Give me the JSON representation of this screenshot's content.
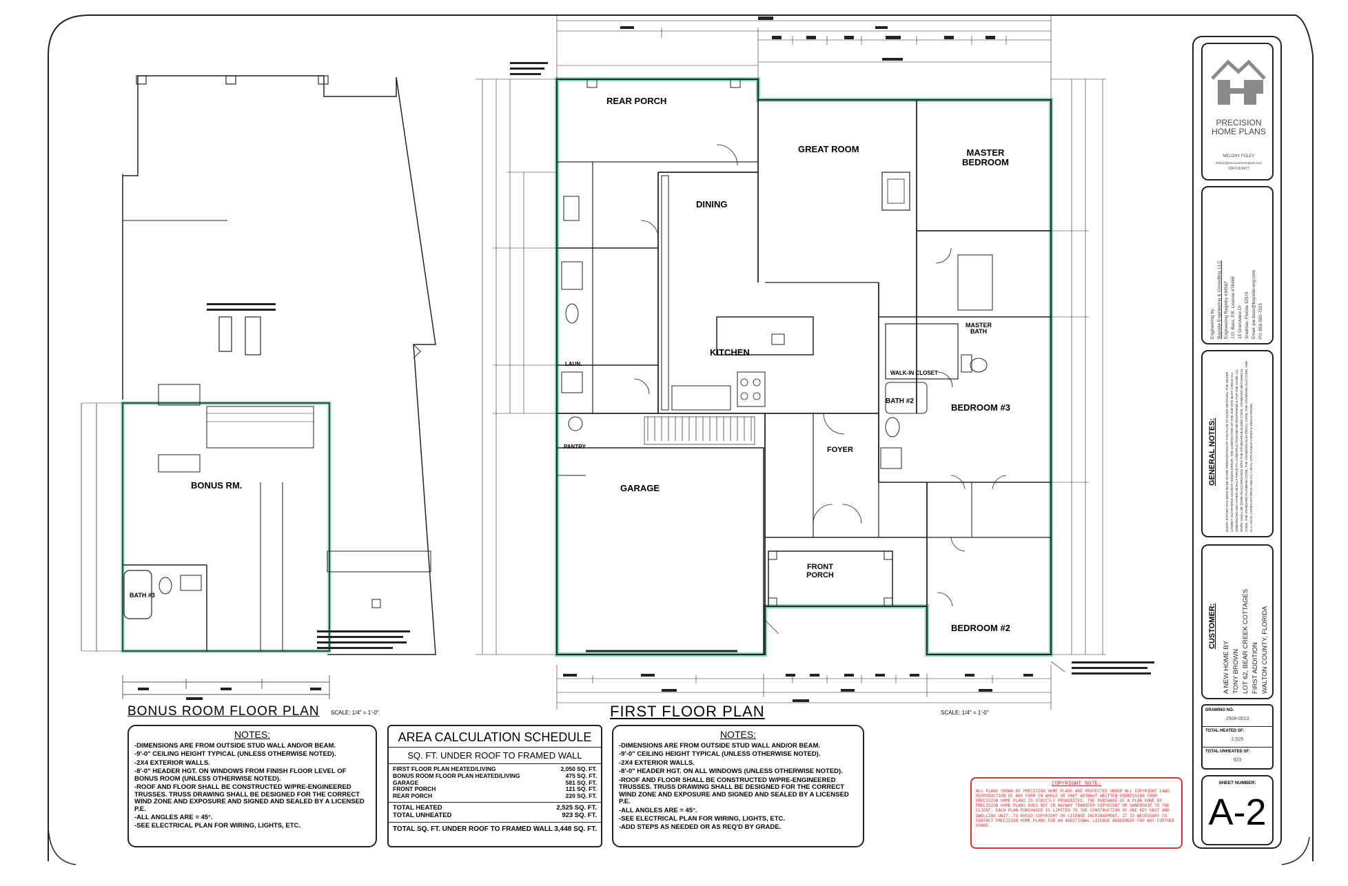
{
  "colors": {
    "ink": "#1a1a1a",
    "wall_highlight": "#7fd9b0",
    "copyright_red": "#e03030"
  },
  "drawings": {
    "bonus_room_title": "BONUS ROOM FLOOR PLAN",
    "bonus_room_scale": "SCALE: 1/4\" = 1'-0\"",
    "first_floor_title": "FIRST FLOOR PLAN",
    "first_floor_scale": "SCALE: 1/4\" = 1'-0\""
  },
  "rooms": {
    "rear_porch": "REAR PORCH",
    "great_room": "GREAT ROOM",
    "master_bedroom": "MASTER BEDROOM",
    "dining": "DINING",
    "kitchen": "KITCHEN",
    "master_bath": "MASTER BATH",
    "walk_in_closet": "WALK-IN CLOSET",
    "bath_2": "BATH #2",
    "bedroom_3": "BEDROOM #3",
    "foyer": "FOYER",
    "garage": "GARAGE",
    "front_porch": "FRONT PORCH",
    "bedroom_2": "BEDROOM #2",
    "bonus_rm": "BONUS RM.",
    "pantry": "PANTRY",
    "laundry": "LAUN.",
    "bath_bonus": "BATH #3"
  },
  "notes_left": {
    "heading": "NOTES:",
    "items": [
      "-DIMENSIONS ARE FROM OUTSIDE STUD WALL AND/OR BEAM.",
      "-9'-0\" CEILING HEIGHT TYPICAL (UNLESS OTHERWISE NOTED).",
      "-2X4 EXTERIOR WALLS.",
      "-8'-0\" HEADER HGT. ON WINDOWS FROM FINISH FLOOR LEVEL OF BONUS ROOM (UNLESS OTHERWISE NOTED).",
      "-ROOF AND FLOOR SHALL BE CONSTRUCTED W/PRE-ENGINEERED TRUSSES. TRUSS DRAWING SHALL BE DESIGNED FOR THE CORRECT WIND ZONE AND EXPOSURE AND SIGNED AND SEALED BY A LICENSED P.E.",
      "-ALL ANGLES ARE = 45°.",
      "-SEE ELECTRICAL PLAN FOR WIRING, LIGHTS, ETC."
    ]
  },
  "area_schedule": {
    "title": "AREA CALCULATION SCHEDULE",
    "subtitle": "SQ. FT. UNDER ROOF TO FRAMED WALL",
    "rows": [
      {
        "label": "FIRST FLOOR PLAN HEATED/LIVING",
        "value": "2,050 SQ. FT."
      },
      {
        "label": "BONUS ROOM FLOOR PLAN HEATED/LIVING",
        "value": "475 SQ. FT."
      },
      {
        "label": "GARAGE",
        "value": "581 SQ. FT."
      },
      {
        "label": "FRONT PORCH",
        "value": "121 SQ. FT."
      },
      {
        "label": "REAR PORCH",
        "value": "220 SQ. FT."
      }
    ],
    "totals": [
      {
        "label": "TOTAL HEATED",
        "value": "2,525 SQ. FT."
      },
      {
        "label": "TOTAL UNHEATED",
        "value": "923 SQ. FT."
      }
    ],
    "grand_total_label": "TOTAL SQ. FT. UNDER ROOF TO FRAMED WALL",
    "grand_total_value": "3,448 SQ. FT."
  },
  "notes_right": {
    "heading": "NOTES:",
    "items": [
      "-DIMENSIONS ARE FROM OUTSIDE STUD WALL AND/OR BEAM.",
      "-9'-0\" CEILING HEIGHT TYPICAL (UNLESS OTHERWISE NOTED).",
      "-2X4 EXTERIOR WALLS.",
      "-8'-0\" HEADER HGT. ON ALL WINDOWS (UNLESS OTHERWISE NOTED).",
      "-ROOF AND FLOOR SHALL BE CONSTRUCTED W/PRE-ENGINEERED TRUSSES. TRUSS DRAWING SHALL BE DESIGNED FOR THE CORRECT WIND ZONE AND EXPOSURE AND SIGNED AND SEALED BY A LICENSED P.E.",
      "-ALL ANGLES ARE = 45°.",
      "-SEE ELECTRICAL PLAN FOR WIRING, LIGHTS, ETC.",
      "-ADD STEPS AS NEEDED OR AS REQ'D BY GRADE."
    ]
  },
  "copyright": {
    "title": "COPYRIGHT NOTE:",
    "text": "ALL PLANS SHOWN BY PRECISION HOME PLANS ARE PROTECTED UNDER ALL COPYRIGHT LAWS. REPRODUCTION OF ANY FORM IN WHOLE OR PART WITHOUT WRITTEN PERMISSION FROM PRECISION HOME PLANS IS STRICTLY PROHIBITED. THE PURCHASE OF A PLAN DONE BY PRECISION HOME PLANS DOES NOT IN ANYWAY TRANSFER COPYRIGHT OR OWNERSHIP TO THE CLIENT. EACH PLAN PURCHASED IS LIMITED TO THE CONSTRUCTION OF ONE KEY UNIT AND DWELLING UNIT. TO AVOID COPYRIGHT OR LICENSE INFRINGEMENT, IT IS NECESSARY TO CONTACT PRECISION HOME PLANS FOR AN ADDITIONAL LICENSE AGREEMENT FOR ANY FURTHER USAGE."
  },
  "title_block": {
    "company": "PRECISION HOME PLANS",
    "contact_name": "MELONY FOLEY",
    "contact_email": "mfoley@precisionhomeplans.com",
    "contact_phone": "334.618.8477",
    "engineer_lines": [
      "Engineering by:",
      "Bayside Engineering & Consulting, LLC",
      "Engineering Registry #34567",
      "J.D. Bass, P.E. License #78469",
      "15 Grandview Dr",
      "Shalimar, Florida 32579",
      "Email: joe.bass@bayside-eng.com",
      "Ph: 850-582-7515"
    ],
    "general_notes_heading": "GENERAL NOTES:",
    "general_notes_text": "EVERY EFFORT HAS BEEN MADE IN THE PREPARATION OF THIS PLAN TO AVOID MISTAKES. THE MAKER CANNOT GUARANTEE AGAINST HUMAN ERROR. THE CONTRACTOR OF THE JOB SITE MUST CHECK ALL DIMENSIONS AND OTHER DETAILS PRIOR TO CONSTRUCTION AND BE RESPONSIBLE FOR THE SAME. ALL WORK SHALL BE DONE IN ACCORDANCE WITH THE STANDARD BUILDING CODE, STANDARD MECHANICAL CODE, THE STANDARD PLUMBING CODE, THE STANDARD ELECTRICAL CODE, THE STANDARD GAS CODE, AND ALL LOCAL CODES IN FORCE AND ALL LOCAL APPLICABLE CODES & REGULATIONS.",
    "customer_heading": "CUSTOMER:",
    "customer_lines": [
      "A NEW HOME BY",
      "TONY BROWN",
      "LOT 62, BEAR CREEK COTTAGES",
      "FIRST ADDITION",
      "WALTON COUNTY, FLORIDA"
    ],
    "drawing_no_label": "DRAWING NO.",
    "drawing_no": "2508-0013",
    "total_heated_label": "TOTAL HEATED SF:",
    "total_heated": "2,525",
    "total_unheated_label": "TOTAL UNHEATED SF:",
    "total_unheated": "923",
    "sheet_number_label": "SHEET NUMBER:",
    "sheet_number": "A-2"
  }
}
